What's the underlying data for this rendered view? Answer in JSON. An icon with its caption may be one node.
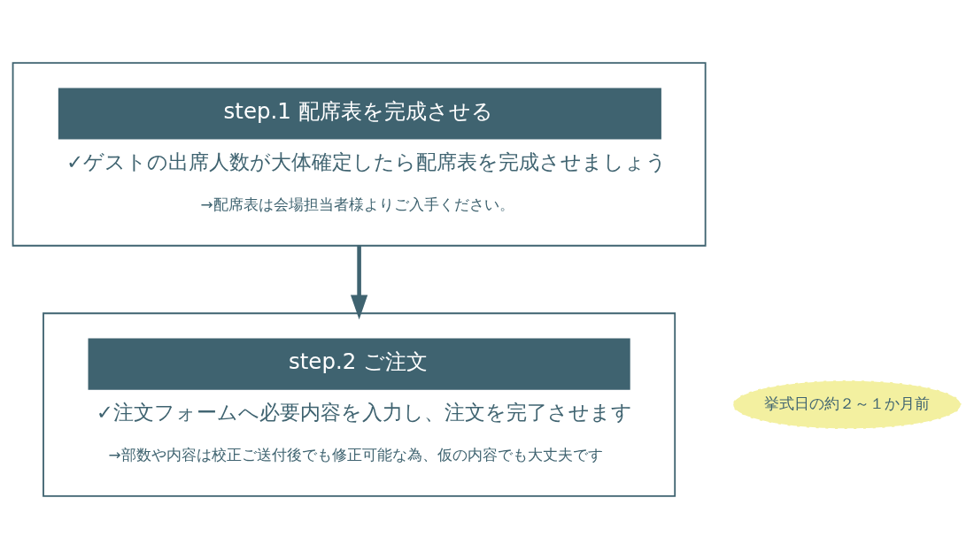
{
  "diagram": {
    "nodes": [
      {
        "text": [
          "step.1 配席表を完成させる",
          "✓ゲストの出席人数が大体確定したら配席表を完成させましょう",
          "→配席表は会場担当者様よりご入手ください。"
        ]
      },
      {
        "text": [
          "step.2 ご注文",
          "✓注文フォームへ必要内容を入力し、注文を完了させます",
          "→部数や内容は校正ご送付後でも修正可能な為、仮の内容でも大丈夫です"
        ]
      },
      {
        "text": [
          "挙式日の約２～１か月前"
        ]
      }
    ],
    "edges": [
      {
        "from": 0,
        "to": 1,
        "arrow": "to"
      }
    ]
  }
}
